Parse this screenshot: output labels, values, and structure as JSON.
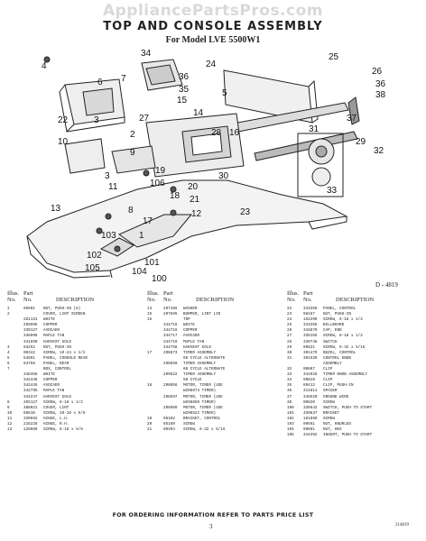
{
  "watermark": "AppliancePartsPros.com",
  "title": "TOP AND CONSOLE ASSEMBLY",
  "subtitle": "For Model LVE 5500W1",
  "diagram_code": "D - 4819",
  "callouts": [
    "1",
    "2",
    "3",
    "4",
    "5",
    "6",
    "7",
    "8",
    "9",
    "10",
    "11",
    "12",
    "13",
    "14",
    "15",
    "16",
    "17",
    "18",
    "19",
    "20",
    "21",
    "22",
    "23",
    "24",
    "25",
    "26",
    "27",
    "28",
    "29",
    "30",
    "31",
    "32",
    "33",
    "34",
    "35",
    "36",
    "37",
    "38",
    "100",
    "101",
    "102",
    "103",
    "104",
    "105",
    "106"
  ],
  "headers": {
    "illus": "Illus.",
    "part": "Part",
    "no": "No.",
    "desc": "DESCRIPTION"
  },
  "columns": [
    [
      [
        "1",
        "98601",
        "NUT, PUSH-IN (6)"
      ],
      [
        "2",
        "",
        "COVER, LINT SCREEN"
      ],
      [
        "",
        "281131",
        "WHITE"
      ],
      [
        "",
        "289506",
        "COPPER"
      ],
      [
        "",
        "339127",
        "AVOCADO"
      ],
      [
        "",
        "346998",
        "MAPLE TAN"
      ],
      [
        "",
        "341890",
        "HARVEST GOLD"
      ],
      [
        "3",
        "93252",
        "NUT, PUSH-IN"
      ],
      [
        "4",
        "90342",
        "SCREW, 10-24 x 1/2"
      ],
      [
        "5",
        "54691",
        "PANEL, CONSOLE REAR"
      ],
      [
        "6",
        "94768",
        "PANEL, REAR"
      ],
      [
        "7",
        "",
        "BOX, CONTROL"
      ],
      [
        "",
        "348458",
        "WHITE"
      ],
      [
        "",
        "342446",
        "COPPER"
      ],
      [
        "",
        "342445",
        "AVOCADO"
      ],
      [
        "",
        "342795",
        "MAPLE TAN"
      ],
      [
        "",
        "344247",
        "HARVEST GOLD"
      ],
      [
        "8",
        "202127",
        "SCREW, 8-18 x 1/2"
      ],
      [
        "9",
        "388021",
        "COVER, LINT"
      ],
      [
        "10",
        "98610",
        "SCREW, 10-16 x 5/8"
      ],
      [
        "11",
        "339592",
        "HINGE, L.H."
      ],
      [
        "12",
        "216226",
        "HINGE, R.H."
      ],
      [
        "13",
        "128660",
        "SCREW, 8-18 x 5/8"
      ]
    ],
    [
      [
        "14",
        "297466",
        "WASHER"
      ],
      [
        "15",
        "297665",
        "BUMPER, LINT LID"
      ],
      [
        "16",
        "",
        "TOP"
      ],
      [
        "",
        "344715",
        "WHITE"
      ],
      [
        "",
        "344716",
        "COPPER"
      ],
      [
        "",
        "344717",
        "AVOCADO"
      ],
      [
        "",
        "344719",
        "MAPLE TAN"
      ],
      [
        "",
        "344758",
        "HARVEST GOLD"
      ],
      [
        "17",
        "298673",
        "TIMER ASSEMBLY"
      ],
      [
        "",
        "",
        "60 CYCLE ALTERNATE"
      ],
      [
        "",
        "298659",
        "TIMER ASSEMBLY"
      ],
      [
        "",
        "",
        "60 CYCLE ALTERNATE"
      ],
      [
        "",
        "299522",
        "TIMER ASSEMBLY"
      ],
      [
        "",
        "",
        "50 CYCLE"
      ],
      [
        "18",
        "298056",
        "MOTOR, TIMER (USE"
      ],
      [
        "",
        "",
        "W298673 TIMER)"
      ],
      [
        "",
        "298697",
        "MOTOR, TIMER (USE"
      ],
      [
        "",
        "",
        "W298659 TIMER)"
      ],
      [
        "",
        "298969",
        "MOTOR, TIMER (USE"
      ],
      [
        "",
        "",
        "W299522 TIMER)"
      ],
      [
        "19",
        "96102",
        "BRACKET, CONTROL"
      ],
      [
        "20",
        "95160",
        "SCREW"
      ],
      [
        "21",
        "90394",
        "SCREW, 6-32 x 5/16"
      ]
    ],
    [
      [
        "22",
        "343356",
        "PANEL, CONTROL"
      ],
      [
        "23",
        "98167",
        "NUT, PUSH-IN"
      ],
      [
        "24",
        "152299",
        "SCREW, 6-18 x 1/2"
      ],
      [
        "25",
        "343358",
        "BILLBOARD"
      ],
      [
        "26",
        "344870",
        "CAP, END"
      ],
      [
        "27",
        "338156",
        "SCREW, 8-18 x 1/2"
      ],
      [
        "28",
        "339748",
        "SWITCH"
      ],
      [
        "29",
        "99821",
        "SCREW, 6-32 x 5/16"
      ],
      [
        "30",
        "301479",
        "BEZEL, CONTROL"
      ],
      [
        "31",
        "301539",
        "CONTROL KNOB"
      ],
      [
        "",
        "",
        "ASSEMBLY"
      ],
      [
        "32",
        "90807",
        "CLIP"
      ],
      [
        "33",
        "341926",
        "TIMER KNOB ASSEMBLY"
      ],
      [
        "34",
        "99019",
        "CLIP"
      ],
      [
        "35",
        "89412",
        "CLIP, PUSH-IN"
      ],
      [
        "36",
        "311611",
        "SPACER"
      ],
      [
        "37",
        "346520",
        "GROUND WIRE"
      ],
      [
        "38",
        "99820",
        "SCREW"
      ],
      [
        "100",
        "339642",
        "SWITCH, PUSH TO START"
      ],
      [
        "101",
        "339637",
        "BRACKET"
      ],
      [
        "102",
        "161869",
        "SCREW"
      ],
      [
        "103",
        "90561",
        "NUT, KNURLED"
      ],
      [
        "104",
        "90891",
        "NUT, HEX"
      ],
      [
        "105",
        "344392",
        "INSERT, PUSH TO START"
      ]
    ]
  ],
  "footer": "FOR ORDERING INFORMATION REFER TO PARTS PRICE LIST",
  "page_number": "3",
  "page_code": "214819"
}
